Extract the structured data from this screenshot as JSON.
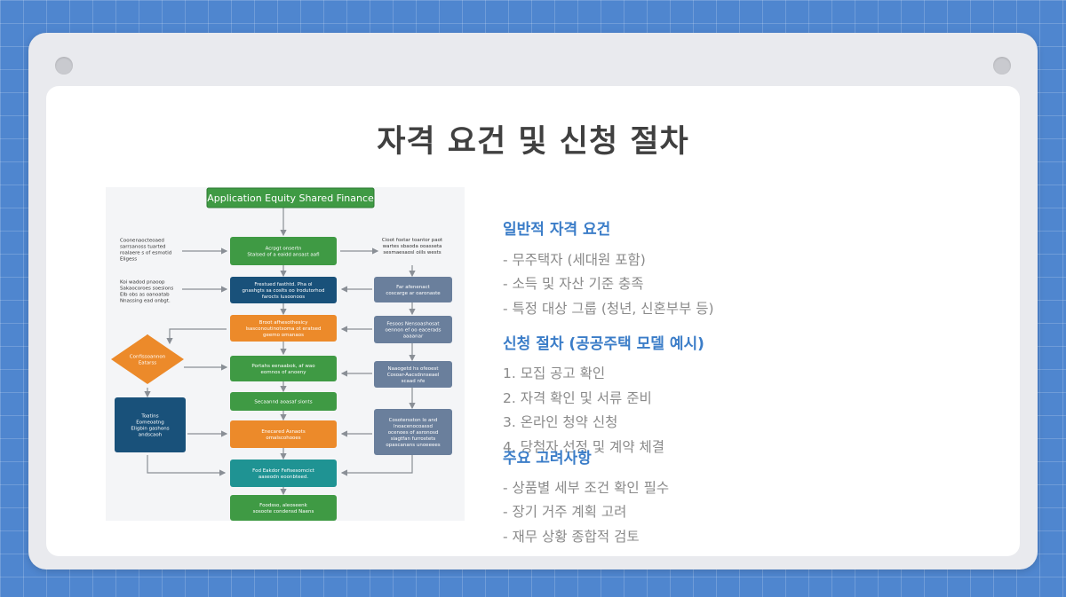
{
  "slide": {
    "title": "자격 요건 및 신청 절차"
  },
  "flowchart": {
    "title": "Application Equity Shared Finance",
    "nodes": [
      {
        "id": "n1",
        "lines": [
          "Acrpgt onsertn",
          "Stalsed of a eaidd ansast aafl"
        ]
      },
      {
        "id": "n2",
        "lines": [
          "Frestued fasthtd. Pha ol",
          "gnashgts sa coslts oo lrodutorhod",
          "farocts lusoonoos"
        ]
      },
      {
        "id": "n3",
        "lines": [
          "Broot afhesothesicy",
          "lsasconoutinotsoma ot eratsed",
          "geemo omanaos"
        ]
      },
      {
        "id": "n4",
        "lines": [
          "Portahs eenaabok, af wao",
          "eomnos of anoeny"
        ]
      },
      {
        "id": "n5",
        "lines": [
          "Secaannd aoasaf sionts"
        ]
      },
      {
        "id": "n6",
        "lines": [
          "Enecared Asnaots",
          "omalscohooes"
        ]
      },
      {
        "id": "n7",
        "lines": [
          "Fod Eakdor Fefisesomcict",
          "aaseodn eoonbteed."
        ]
      },
      {
        "id": "n8",
        "lines": [
          "Foodsso, aleoseenk",
          "sosoote condensd Naens"
        ]
      },
      {
        "id": "r1",
        "lines": [
          "Far afenenact",
          "coscarge ar oaronaste"
        ]
      },
      {
        "id": "r2",
        "lines": [
          "Fesoos Nensoashosat",
          "oennon ef oo eacerads",
          "aaaanar"
        ]
      },
      {
        "id": "r3",
        "lines": [
          "Naaogetd hs ofeoest",
          "Cosoar-Aacsdnnseael",
          "scaad nfe"
        ]
      },
      {
        "id": "r4",
        "lines": [
          "Cosotersston lo and",
          "lnoacenocoassd",
          "ocenoes of asronosd",
          "siagtfan furrostets",
          "opascanans unoeeees"
        ]
      },
      {
        "id": "d1",
        "lines": [
          "Confissoannon",
          "Eatarss"
        ]
      },
      {
        "id": "b1",
        "lines": [
          "Toatins",
          "Eomeoatng",
          "Eligbin gashons",
          "andscaoh"
        ]
      }
    ],
    "notes": [
      {
        "id": "tl",
        "lines": [
          "Coonenaocteoaed",
          "sarrsanoss tuarted",
          "roalaere s of esmotid",
          "Eligess"
        ]
      },
      {
        "id": "ml",
        "lines": [
          "Koi wadod pnaoop",
          "Sakaocoroes soesions",
          "Elb obs as oanoatab",
          "Nnassing ead onbgt."
        ]
      },
      {
        "id": "tr",
        "lines": [
          "Cioot foxtar toantor paot",
          "wartes sbaoda ooasseta",
          "sesmaesaosl oiils wests"
        ]
      }
    ]
  },
  "sections": [
    {
      "heading": "일반적 자격 요건",
      "items": [
        "- 무주택자 (세대원 포함)",
        "- 소득 및 자산 기준 충족",
        "- 특정 대상 그룹 (청년, 신혼부부 등)"
      ]
    },
    {
      "heading": "신청 절차 (공공주택 모델 예시)",
      "items": [
        "1. 모집 공고 확인",
        "2. 자격 확인 및 서류 준비",
        "3. 온라인 청약 신청",
        "4. 당첨자 선정 및 계약 체결"
      ]
    },
    {
      "heading": "주요 고려사항",
      "items": [
        "- 상품별 세부 조건 확인 필수",
        "- 장기 거주 계획 고려",
        "- 재무 상황 종합적 검토"
      ]
    }
  ],
  "colors": {
    "green": "#3f9a44",
    "navy": "#19517a",
    "orange": "#ec8a2a",
    "slate": "#6a7f9c",
    "teal": "#1f9393",
    "heading": "#3b7dc8"
  }
}
